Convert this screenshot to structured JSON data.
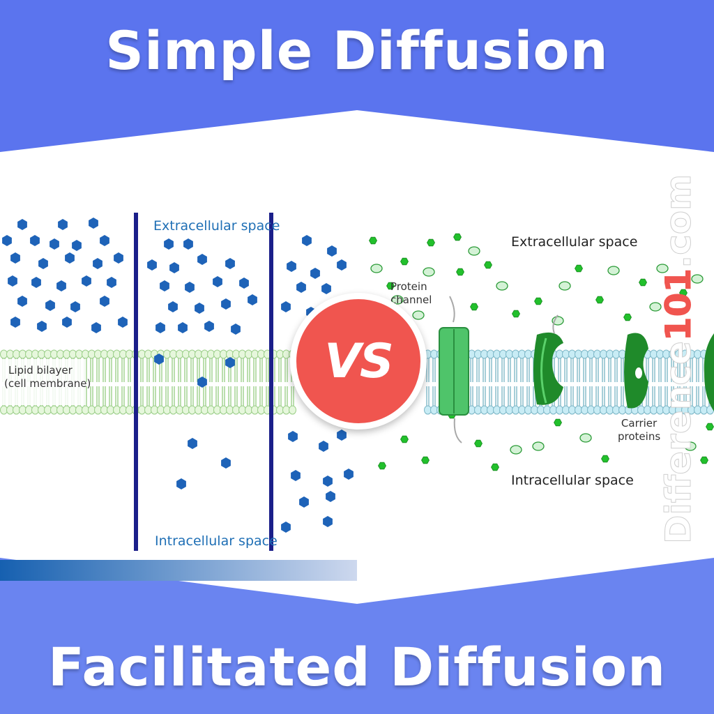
{
  "titles": {
    "top": "Simple Diffusion",
    "bottom": "Facilitated Diffusion",
    "vs": "VS"
  },
  "watermark": {
    "part1": "Difference",
    "part2": "101",
    "part3": ".com",
    "accent_color": "#f0554f"
  },
  "simple": {
    "extracellular": "Extracellular space",
    "intracellular": "Intracellular space",
    "lipid_line1": "Lipid bilayer",
    "lipid_line2": "(cell membrane)"
  },
  "facilitated": {
    "extracellular": "Extracellular space",
    "intracellular": "Intracellular space",
    "protein_line1": "Protein",
    "protein_line2": "channel",
    "carrier_line1": "Carrier",
    "carrier_line2": "proteins"
  },
  "colors": {
    "banner": "#5b74ee",
    "banner_dark": "#4f66e6",
    "molecule_blue": "#1e63b8",
    "molecule_green": "#22c02c",
    "vs_red": "#f0554f"
  }
}
